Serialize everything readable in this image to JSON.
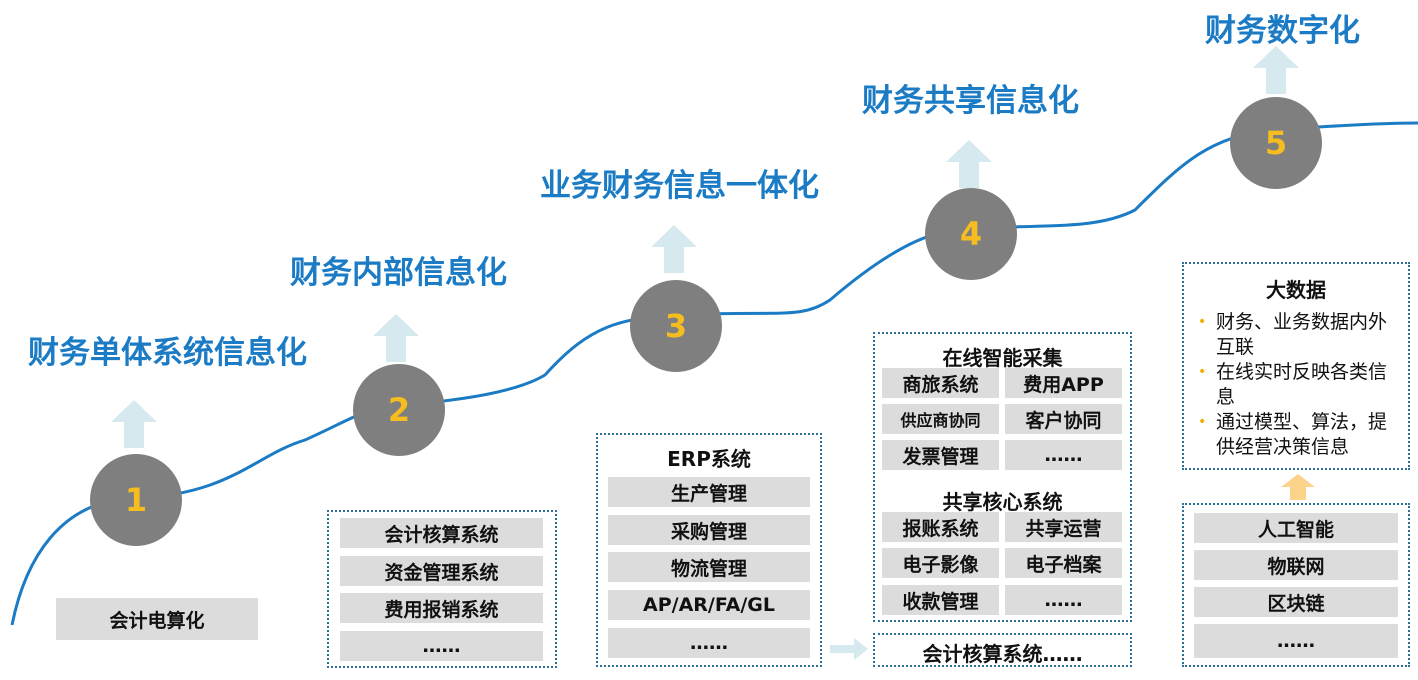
{
  "stages": [
    {
      "num": "1",
      "title": "财务单体系统信息化"
    },
    {
      "num": "2",
      "title": "财务内部信息化"
    },
    {
      "num": "3",
      "title": "业务财务信息一体化"
    },
    {
      "num": "4",
      "title": "财务共享信息化"
    },
    {
      "num": "5",
      "title": "财务数字化"
    }
  ],
  "box1": {
    "item": "会计电算化"
  },
  "box2": {
    "items": [
      "会计核算系统",
      "资金管理系统",
      "费用报销系统",
      "……"
    ]
  },
  "box3": {
    "header": "ERP系统",
    "items": [
      "生产管理",
      "采购管理",
      "物流管理",
      "AP/AR/FA/GL",
      "……"
    ]
  },
  "box4": {
    "header1": "在线智能采集",
    "grid1": [
      "商旅系统",
      "费用APP",
      "供应商协同",
      "客户协同",
      "发票管理",
      "……"
    ],
    "header2": "共享核心系统",
    "grid2": [
      "报账系统",
      "共享运营",
      "电子影像",
      "电子档案",
      "收款管理",
      "……"
    ],
    "bottom": "会计核算系统……"
  },
  "box5": {
    "top_header": "大数据",
    "bullets": [
      "财务、业务数据内外互联",
      "在线实时反映各类信息",
      "通过模型、算法，提供经营决策信息"
    ],
    "items": [
      "人工智能",
      "物联网",
      "区块链",
      "……"
    ]
  },
  "colors": {
    "title": "#1b7bc4",
    "circle": "#7f7f7f",
    "number": "#f5bd1f",
    "curve": "#1b7bc4",
    "arrow": "#d5e9ef",
    "arrow_yellow": "#fcd38a"
  }
}
